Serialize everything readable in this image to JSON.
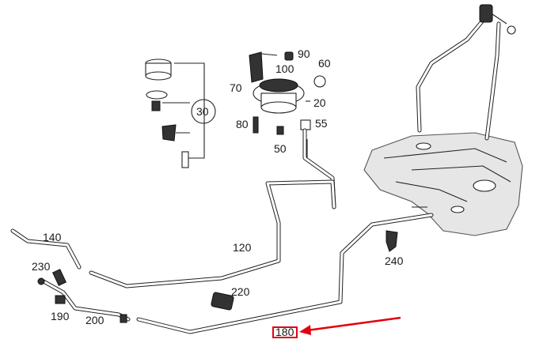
{
  "callouts": {
    "c30": "30",
    "c90": "90",
    "c100": "100",
    "c60": "60",
    "c70": "70",
    "c20": "20",
    "c80": "80",
    "c55": "55",
    "c50": "50",
    "c140": "140",
    "c120": "120",
    "c230": "230",
    "c240": "240",
    "c220": "220",
    "c190": "190",
    "c200": "200",
    "c180": "180"
  },
  "highlight": {
    "target": "180",
    "color": "#e3000f"
  }
}
